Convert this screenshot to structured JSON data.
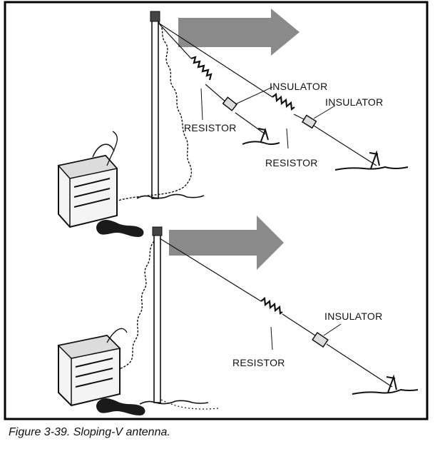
{
  "figure": {
    "caption": "Figure 3-39.  Sloping-V antenna.",
    "top_panel": {
      "labels": {
        "insulator_1": "INSULATOR",
        "insulator_2": "INSULATOR",
        "resistor_1": "RESISTOR",
        "resistor_2": "RESISTOR"
      }
    },
    "bottom_panel": {
      "labels": {
        "insulator": "INSULATOR",
        "resistor": "RESISTOR"
      }
    }
  },
  "colors": {
    "ink": "#111111",
    "arrow": "#8a8a8a",
    "frame": "#000000",
    "background": "#ffffff"
  }
}
